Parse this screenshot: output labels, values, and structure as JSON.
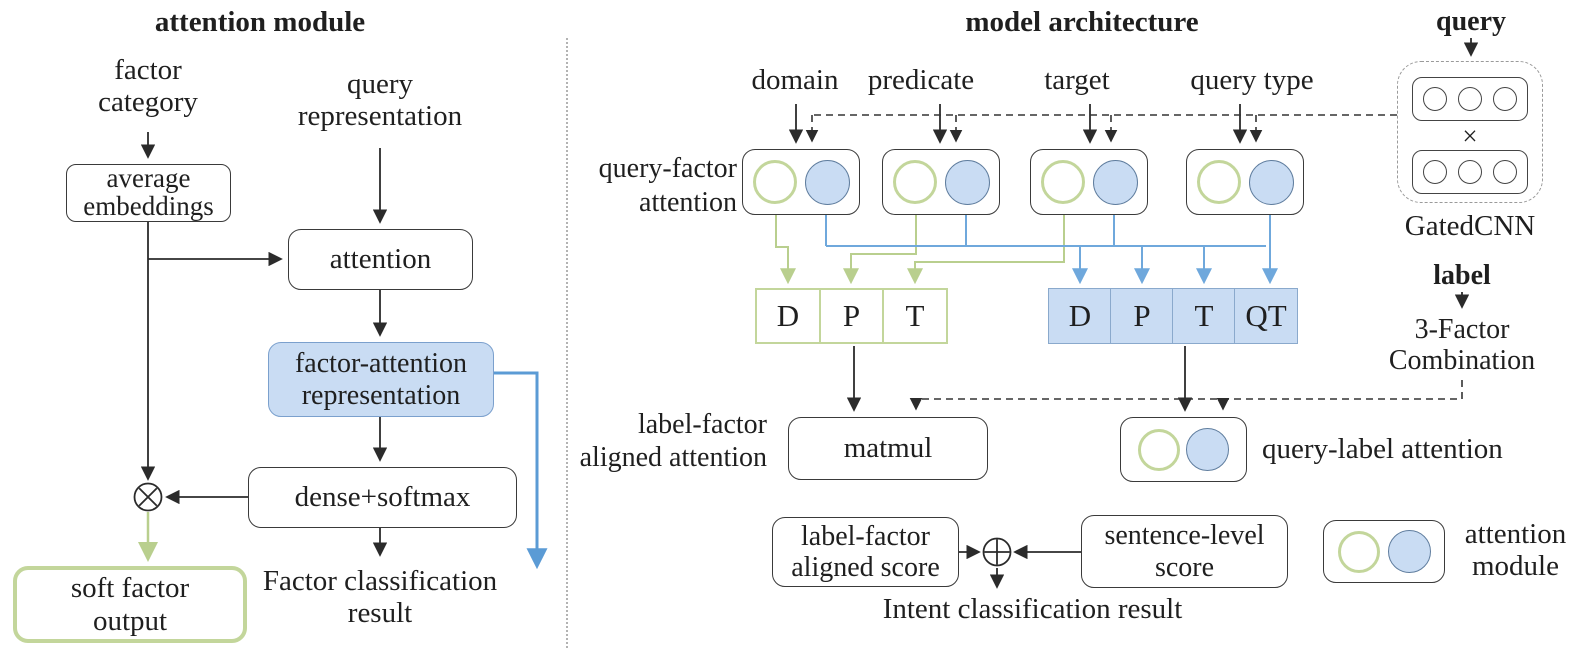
{
  "colors": {
    "green_accent": "#c3d69b",
    "blue_fill": "#c9dcf3",
    "blue_cell_border": "#8aa9cc",
    "blue_arrow": "#6fa8dc",
    "skip_arrow_blue": "#5b9bd5",
    "line_black": "#2b2b2b"
  },
  "left_panel": {
    "title": "attention module",
    "factor_category": "factor\ncategory",
    "query_representation": "query\nrepresentation",
    "average_embeddings": "average\nembeddings",
    "attention": "attention",
    "factor_attention_representation": "factor-attention\nrepresentation",
    "dense_softmax": "dense+softmax",
    "multiply_symbol": "⊗",
    "soft_factor_output": "soft factor\noutput",
    "factor_classification_result": "Factor classification\nresult"
  },
  "right_panel": {
    "title": "model architecture",
    "query_label": "query",
    "gated_cnn": "GatedCNN",
    "gate_multiply": "×",
    "label_label": "label",
    "three_factor_combination": "3-Factor\nCombination",
    "factor_inputs": [
      "domain",
      "predicate",
      "target",
      "query type"
    ],
    "query_factor_attention": "query-factor\nattention",
    "green_cells": [
      "D",
      "P",
      "T"
    ],
    "blue_cells": [
      "D",
      "P",
      "T",
      "QT"
    ],
    "label_factor_aligned_attention": "label-factor\naligned attention",
    "matmul": "matmul",
    "query_label_attention": "query-label attention",
    "label_factor_aligned_score": "label-factor\naligned score",
    "sentence_level_score": "sentence-level\nscore",
    "plus_symbol": "⊕",
    "intent_classification_result": "Intent classification result",
    "legend_caption": "attention\nmodule"
  }
}
